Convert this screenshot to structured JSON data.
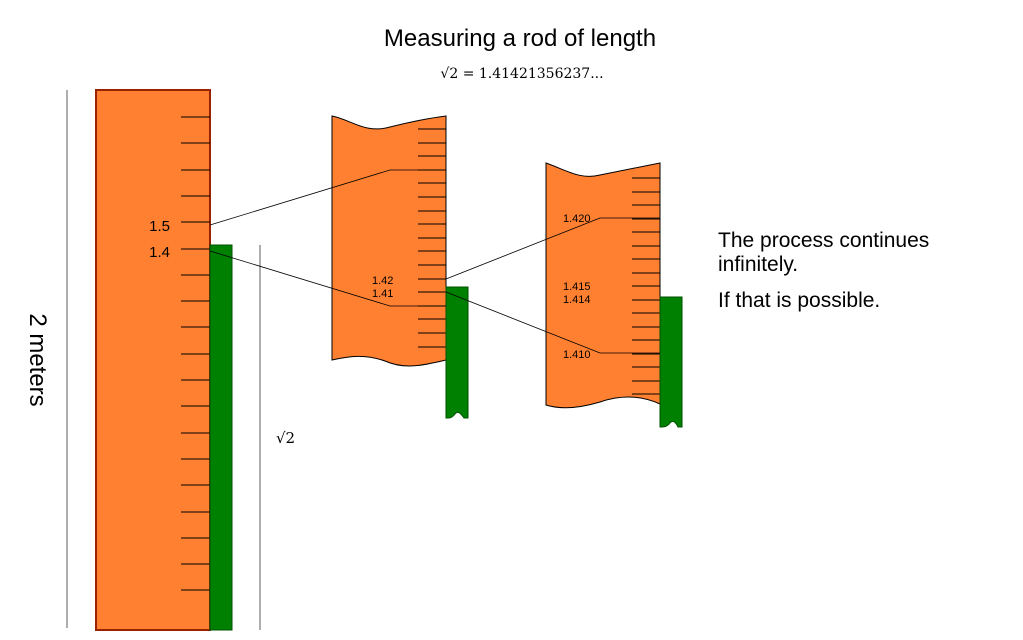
{
  "title": "Measuring a rod of length",
  "equation": "√2 = 1.41421356237...",
  "side_label": "2 meters",
  "rod_label": "√2",
  "ruler": {
    "labels": [
      "1.5",
      "1.4"
    ]
  },
  "zoom1": {
    "labels": [
      "1.42",
      "1.41"
    ]
  },
  "zoom2": {
    "labels": [
      "1.420",
      "1.415",
      "1.414",
      "1.410"
    ]
  },
  "note": {
    "line1": "The process continues",
    "line2": "infinitely.",
    "line3": "If that is possible."
  },
  "colors": {
    "ruler_fill": "#ff8030",
    "ruler_stroke": "#9a2200",
    "rod_fill": "#008000",
    "tick": "#000000",
    "guide_line": "#777777"
  }
}
